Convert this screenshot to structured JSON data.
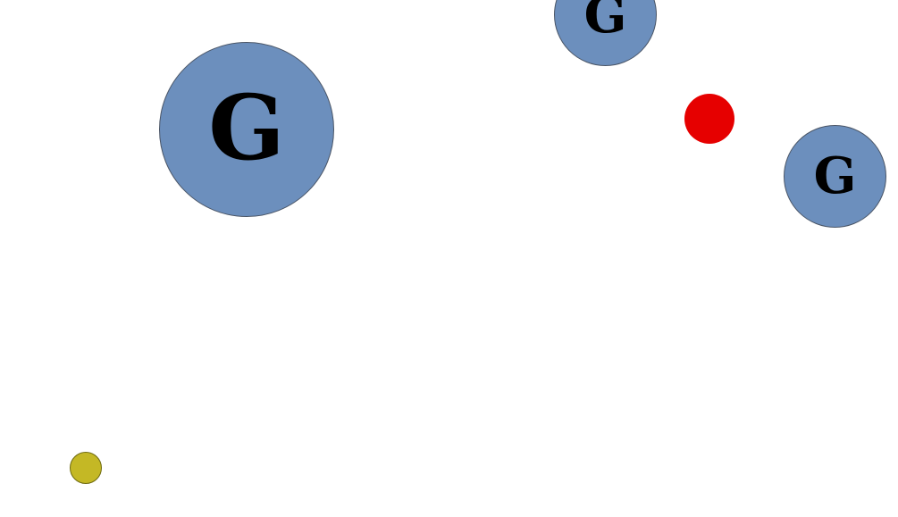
{
  "ghost_label": "G",
  "colors": {
    "background": "#ffffff",
    "ghost": "#6c8fbd",
    "food": "#e60000",
    "player": "#c4b825"
  },
  "entities": [
    {
      "id": "ghost-large",
      "kind": "ghost",
      "label": "G"
    },
    {
      "id": "ghost-top",
      "kind": "ghost",
      "label": "G"
    },
    {
      "id": "ghost-right",
      "kind": "ghost",
      "label": "G"
    },
    {
      "id": "red-dot",
      "kind": "food"
    },
    {
      "id": "yellow-dot",
      "kind": "player"
    }
  ]
}
